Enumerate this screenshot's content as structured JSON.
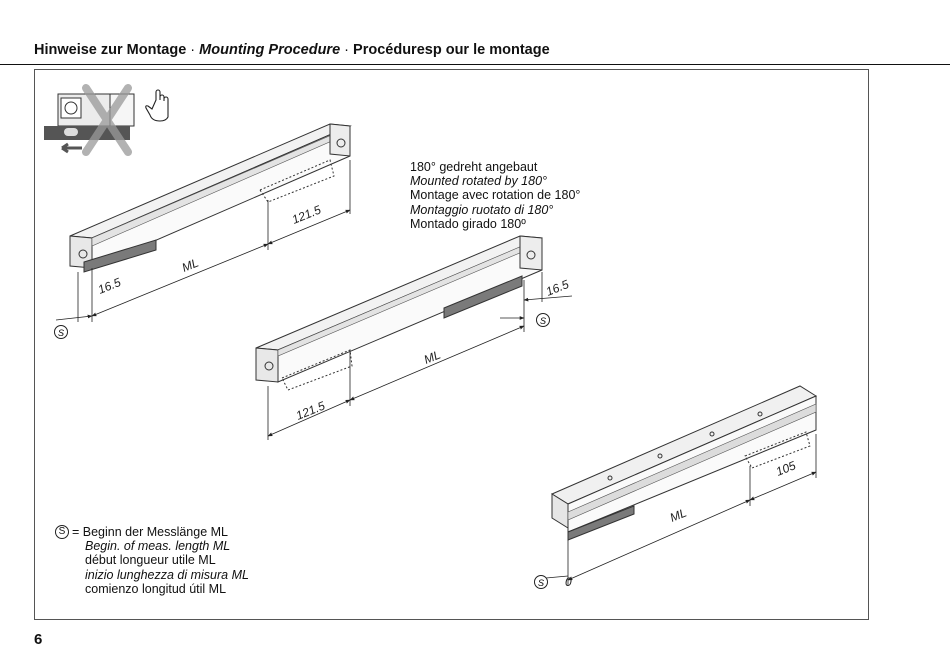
{
  "header": {
    "part1": "Hinweise zur Montage",
    "sep1": " · ",
    "part2": "Mounting Procedure",
    "sep2": " · ",
    "part3": "Procéduresp our le montage"
  },
  "note": {
    "line1": "180° gedreht angebaut",
    "line2": "Mounted rotated by 180°",
    "line3": "Montage avec rotation de 180°",
    "line4": "Montaggio ruotato di 180°",
    "line5": "Montado girado 180º"
  },
  "legend": {
    "symbol": "S",
    "eq": "= Beginn der Messlänge ML",
    "line2": "Begin. of meas. length ML",
    "line3": "début longueur utile ML",
    "line4": "inizio lunghezza di misura ML",
    "line5": "comienzo longitud útil ML"
  },
  "dims": {
    "d1_ml": "ML",
    "d1_121": "121.5",
    "d1_16": "16.5",
    "d1_s": "S",
    "d2_ml": "ML",
    "d2_121": "121.5",
    "d2_16": "16.5",
    "d2_s": "S",
    "d3_ml": "ML",
    "d3_105": "105",
    "d3_0": "0",
    "d3_s": "S"
  },
  "page_number": "6"
}
